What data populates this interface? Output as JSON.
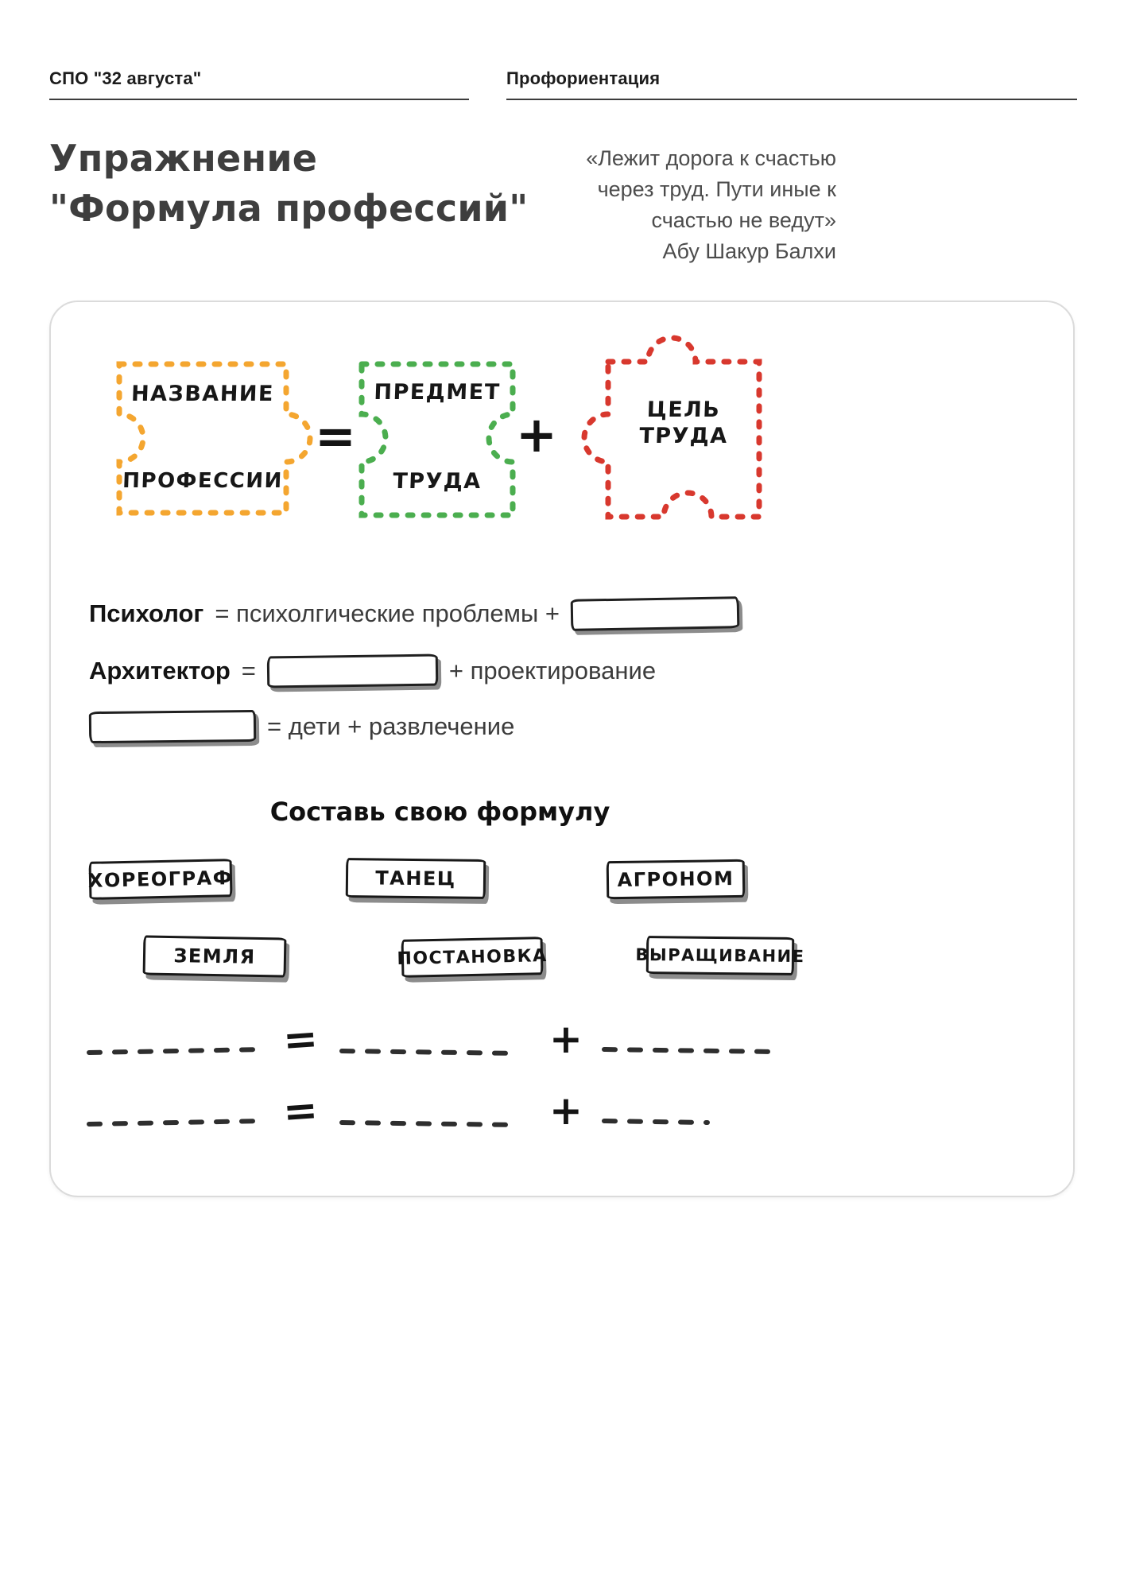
{
  "header": {
    "left": "СПО \"32 августа\"",
    "right": "Профориентация"
  },
  "title": {
    "line1": "Упражнение",
    "line2": "\"Формула профессий\""
  },
  "quote": {
    "lines": [
      "«Лежит дорога к счастью",
      "через труд. Пути иные к",
      "счастью не ведут»"
    ],
    "author": "Абу Шакур Балхи"
  },
  "colors": {
    "orange": "#F4A630",
    "green": "#4BAE4F",
    "red": "#D8382E",
    "ink": "#1c1c1c"
  },
  "puzzles": {
    "name_piece": {
      "line1": "НАЗВАНИЕ",
      "line2": "ПРОФЕССИИ"
    },
    "subject_piece": {
      "line1": "ПРЕДМЕТ",
      "line2": "ТРУДА"
    },
    "goal_piece": {
      "line1": "ЦЕЛЬ",
      "line2": "ТРУДА"
    },
    "equals": "=",
    "plus": "+"
  },
  "examples": {
    "row1": {
      "profession": "Психолог",
      "rest": "= психолгические проблемы +"
    },
    "row2": {
      "profession": "Архитектор",
      "eq": "=",
      "rest": "+  проектирование"
    },
    "row3": {
      "rest": "= дети + развлечение"
    }
  },
  "section_title": "Составь свою формулу",
  "cards": {
    "row1": [
      "ХОРЕОГРАФ",
      "ТАНЕЦ",
      "АГРОНОМ"
    ],
    "row2": [
      "ЗЕМЛЯ",
      "ПОСТАНОВКА",
      "ВЫРАЩИВАНИЕ"
    ]
  },
  "blank_formula": {
    "equals": "=",
    "plus": "+"
  }
}
